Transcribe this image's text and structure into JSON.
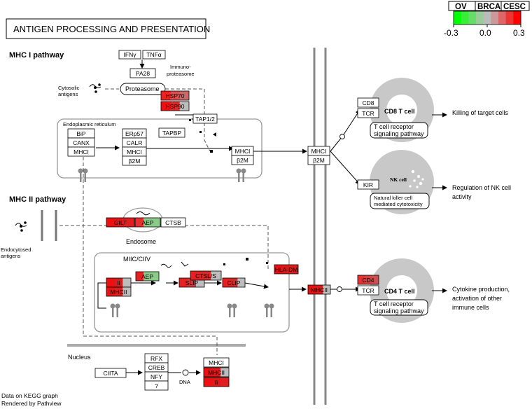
{
  "title": "ANTIGEN PROCESSING AND PRESENTATION",
  "sections": {
    "mhc1": "MHC I pathway",
    "mhc2": "MHC II pathway"
  },
  "legend": {
    "datasets": [
      "OV",
      "BRCA",
      "CESC"
    ],
    "colors": [
      "#00ff00",
      "#39ee39",
      "#66dd66",
      "#99cc99",
      "#bbbbbb",
      "#cc9999",
      "#dd6666",
      "#ee3333",
      "#ff0000"
    ],
    "ticks": [
      "-0.3",
      "0.0",
      "0.3"
    ]
  },
  "footer": {
    "line1": "Data on KEGG graph",
    "line2": "Rendered by Pathview"
  },
  "labels": {
    "cytosolic_antigens_1": "Cytosolic",
    "cytosolic_antigens_2": "antigens",
    "immunoproteasome_1": "Immuno-",
    "immunoproteasome_2": "proteasome",
    "proteasome": "Proteasome",
    "er": "Endoplasmic reticulum",
    "endosome": "Endosome",
    "endocytosed_1": "Endocytosed",
    "endocytosed_2": "antigens",
    "miic": "MIIC/CIIV",
    "nucleus": "Nucleus",
    "dna": "DNA",
    "cd8_cell": "CD8 T cell",
    "nk_cell": "NK cell",
    "cd4_cell": "CD4 T cell",
    "tcr_signal_1": "T cell receptor",
    "tcr_signal_2": "signaling pathway",
    "nk_signal_1": "Natural killer cell",
    "nk_signal_2": "mediated cytotoxicity",
    "killing": "Killing of target cells",
    "reg_nk_1": "Regulation of NK cell",
    "reg_nk_2": "activity",
    "cytokine_1": "Cytokine production,",
    "cytokine_2": "activation of other",
    "cytokine_3": "immune cells"
  },
  "genes": {
    "ifng": {
      "label": "IFNγ",
      "colors": [
        "#ffffff"
      ]
    },
    "tnfa": {
      "label": "TNFα",
      "colors": [
        "#ffffff"
      ]
    },
    "pa28": {
      "label": "PA28",
      "colors": [
        "#ffffff"
      ]
    },
    "hsp70": {
      "label": "HSP70",
      "colors": [
        "#ee2020",
        "#d85050",
        "#c86a6a"
      ]
    },
    "hsp90": {
      "label": "HSP90",
      "colors": [
        "#ee1010",
        "#e02828",
        "#bdbdbd"
      ]
    },
    "tap12": {
      "label": "TAP1/2",
      "colors": [
        "#ffffff"
      ]
    },
    "tapbp": {
      "label": "TAPBP",
      "colors": [
        "#ffffff"
      ]
    },
    "bip": {
      "label": "BiP",
      "colors": [
        "#ffffff"
      ]
    },
    "canx": {
      "label": "CANX",
      "colors": [
        "#ffffff"
      ]
    },
    "mhc1_er": {
      "label": "MHCI",
      "colors": [
        "#ffffff"
      ]
    },
    "erp57": {
      "label": "ERp57",
      "colors": [
        "#ffffff"
      ]
    },
    "calr": {
      "label": "CALR",
      "colors": [
        "#ffffff"
      ]
    },
    "mhc1_plc": {
      "label": "MHCI",
      "colors": [
        "#ffffff"
      ]
    },
    "b2m_plc": {
      "label": "β2M",
      "colors": [
        "#ffffff"
      ]
    },
    "mhc1_exit": {
      "label": "MHCI",
      "colors": [
        "#ffffff"
      ]
    },
    "b2m_exit": {
      "label": "β2M",
      "colors": [
        "#ffffff"
      ]
    },
    "mhc1_mem": {
      "label": "MHCI",
      "colors": [
        "#ffffff"
      ]
    },
    "b2m_mem": {
      "label": "β2M",
      "colors": [
        "#ffffff"
      ]
    },
    "cd8": {
      "label": "CD8",
      "colors": [
        "#ffffff"
      ]
    },
    "tcr_cd8": {
      "label": "TCR",
      "colors": [
        "#ffffff"
      ]
    },
    "kir": {
      "label": "KIR",
      "colors": [
        "#ffffff"
      ]
    },
    "gilt": {
      "label": "GILT",
      "colors": [
        "#ee1010",
        "#e81818",
        "#e02020"
      ]
    },
    "aep_endo": {
      "label": "AEP",
      "colors": [
        "#e83030",
        "#88cc88",
        "#88cc88"
      ]
    },
    "ctsb": {
      "label": "CTSB",
      "colors": [
        "#ffffff"
      ]
    },
    "ii_miic": {
      "label": "Ii",
      "colors": [
        "#ee1010",
        "#d02020",
        "#bdbdbd"
      ]
    },
    "mhc2_miic": {
      "label": "MHCII",
      "colors": [
        "#ee1010",
        "#d82020",
        "#bdbdbd"
      ]
    },
    "aep_miic": {
      "label": "AEP",
      "colors": [
        "#e82020",
        "#88cc88",
        "#88cc88"
      ]
    },
    "slip": {
      "label": "SLIP",
      "colors": [
        "#e82020",
        "#d03a3a",
        "#bdbdbd"
      ]
    },
    "ctsls": {
      "label": "CTSL/S",
      "colors": [
        "#e82020",
        "#d82828",
        "#bdbdbd"
      ]
    },
    "clip": {
      "label": "CLIP",
      "colors": [
        "#e82020",
        "#d02a2a",
        "#bdbdbd"
      ]
    },
    "hladm": {
      "label": "HLA-DM",
      "colors": [
        "#ee1010",
        "#e01818",
        "#d82020"
      ]
    },
    "mhc2_mem": {
      "label": "MHCII",
      "colors": [
        "#ee1010",
        "#e01818",
        "#bdbdbd"
      ]
    },
    "cd4": {
      "label": "CD4",
      "colors": [
        "#e83030",
        "#d84040",
        "#cc5050"
      ]
    },
    "tcr_cd4": {
      "label": "TCR",
      "colors": [
        "#ffffff"
      ]
    },
    "ciita": {
      "label": "CIITA",
      "colors": [
        "#ffffff"
      ]
    },
    "rfx": {
      "label": "RFX",
      "colors": [
        "#ffffff"
      ]
    },
    "creb": {
      "label": "CREB",
      "colors": [
        "#ffffff"
      ]
    },
    "nfy": {
      "label": "NFY",
      "colors": [
        "#ffffff"
      ]
    },
    "q": {
      "label": "?",
      "colors": [
        "#ffffff"
      ]
    },
    "mhc1_nuc": {
      "label": "MHCI",
      "colors": [
        "#ffffff"
      ]
    },
    "mhc2_nuc": {
      "label": "MHCII",
      "colors": [
        "#ee1010",
        "#e01818",
        "#bdbdbd"
      ]
    },
    "ii_nuc": {
      "label": "Ii",
      "colors": [
        "#ee1010",
        "#e01818",
        "#e02020"
      ]
    }
  }
}
